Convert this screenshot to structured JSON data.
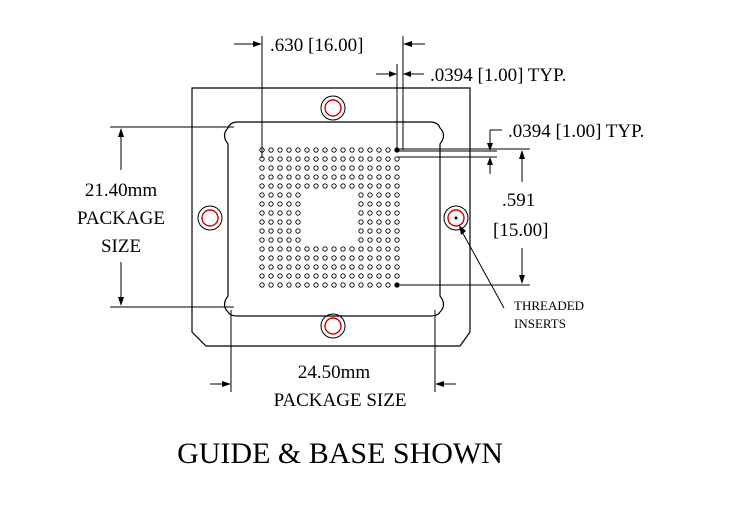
{
  "labels": {
    "pitch_top": ".630 [16.00]",
    "ball_dia": ".0394 [1.00] TYP.",
    "ball_pitch": ".0394 [1.00] TYP.",
    "row_span_1": ".591",
    "row_span_2": "[15.00]",
    "pkg_h_1": "21.40mm",
    "pkg_h_2": "PACKAGE",
    "pkg_h_3": "SIZE",
    "pkg_w_1": "24.50mm",
    "pkg_w_2": "PACKAGE SIZE",
    "inserts_1": "THREADED",
    "inserts_2": "INSERTS",
    "caption": "GUIDE & BASE SHOWN"
  },
  "grid": {
    "columns": 16,
    "rows": 16,
    "hollow_columns": 6,
    "hollow_rows": 6
  },
  "colors": {
    "line": "#000000",
    "insert_ring": "#d40000"
  }
}
